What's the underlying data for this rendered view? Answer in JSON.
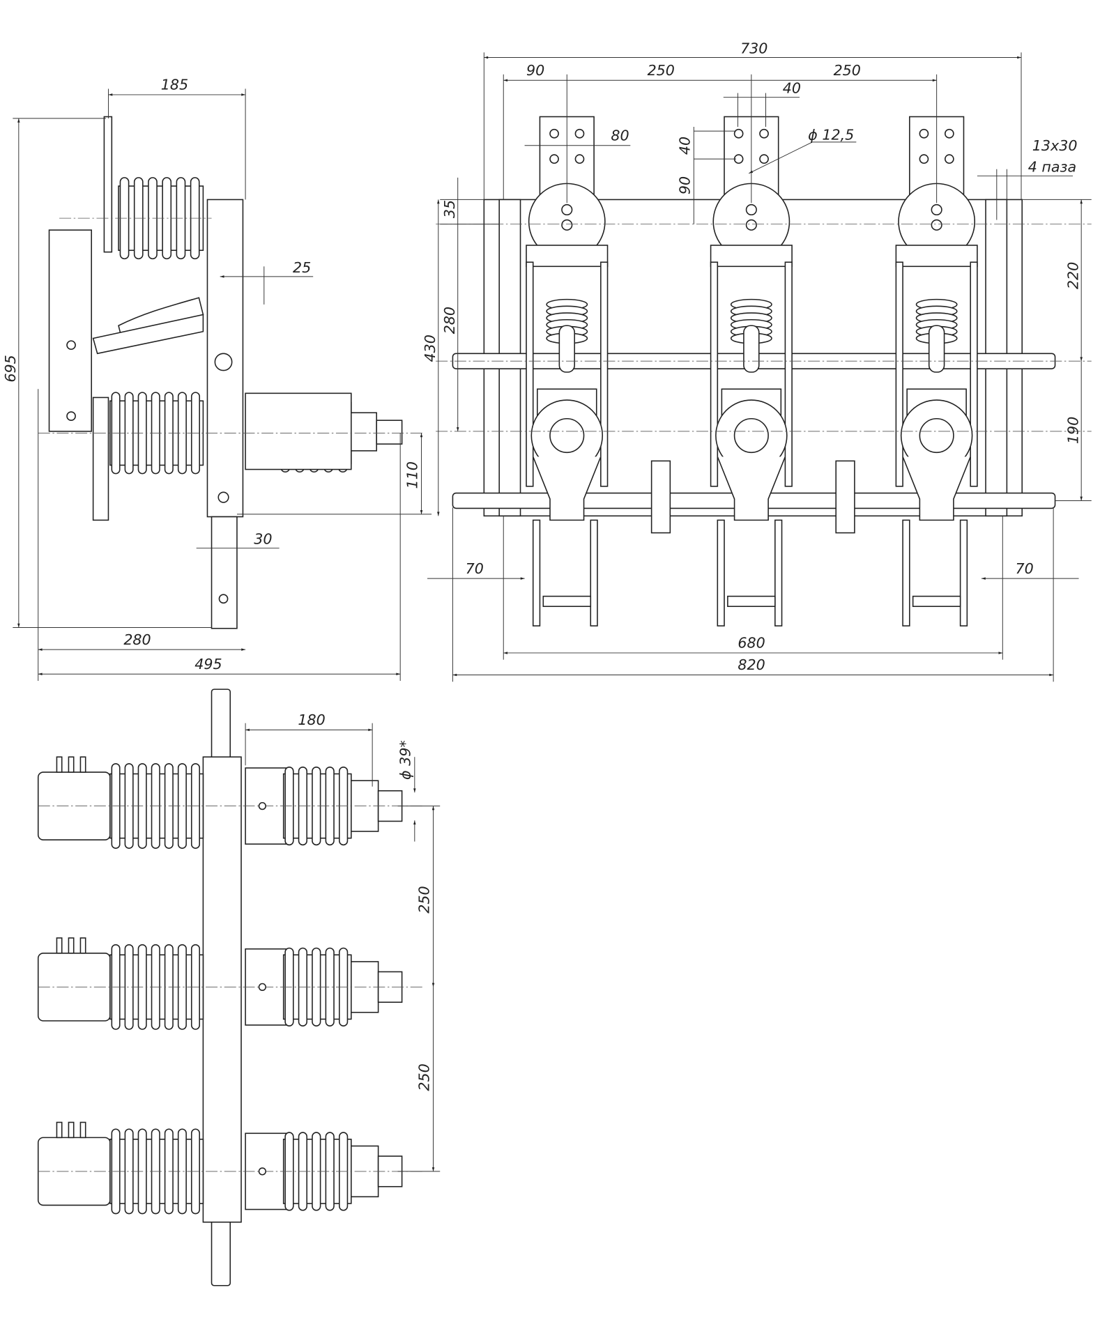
{
  "drawing": {
    "side_view": {
      "dims": {
        "width_top": "185",
        "height": "695",
        "offset": "25",
        "axis_height": "110",
        "bottom_width": "30",
        "base": "280",
        "overall": "495"
      }
    },
    "front_view": {
      "dims": {
        "overall_top": "730",
        "left_offset": "90",
        "pitch_1": "250",
        "pitch_2": "250",
        "hole_spacing": "40",
        "hole_dia": "ϕ 12,5",
        "pad_width": "80",
        "hole_vertical": "40",
        "hole_to_mount": "90",
        "slot_size": "13x30",
        "slot_count": "4 паза",
        "top_35": "35",
        "mid_280": "280",
        "height_430": "430",
        "right_220": "220",
        "right_190": "190",
        "left_70": "70",
        "right_70": "70",
        "width_680": "680",
        "width_820": "820"
      }
    },
    "top_view": {
      "dims": {
        "length_180": "180",
        "dia_39": "ϕ 39*",
        "pitch_1": "250",
        "pitch_2": "250"
      }
    }
  }
}
